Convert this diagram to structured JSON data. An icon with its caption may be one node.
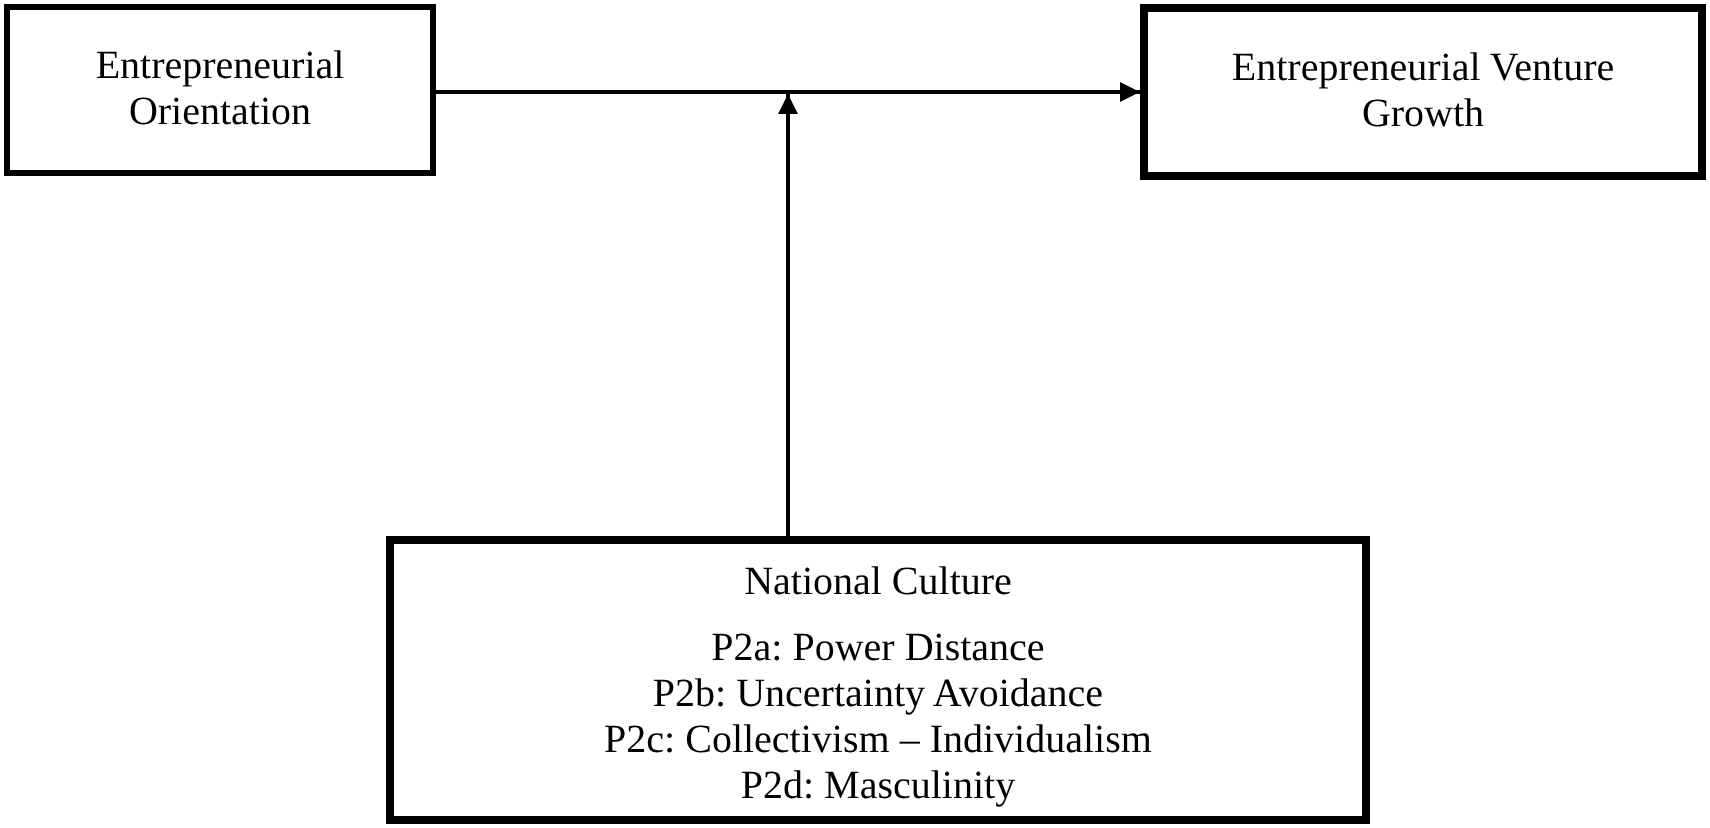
{
  "diagram": {
    "nodes": [
      {
        "text": [
          "Entrepreneurial Orientation"
        ]
      },
      {
        "text": [
          "Entrepreneurial Venture Growth"
        ]
      },
      {
        "text": [
          "National Culture",
          "P2a: Power Distance",
          "P2b: Uncertainty Avoidance",
          "P2c: Collectivism – Individualism",
          "P2d: Masculinity"
        ]
      }
    ],
    "edges": [
      {
        "from": 0,
        "to": 1,
        "arrow": "to"
      },
      {
        "from": 2,
        "to": null,
        "arrow": "to"
      }
    ]
  }
}
